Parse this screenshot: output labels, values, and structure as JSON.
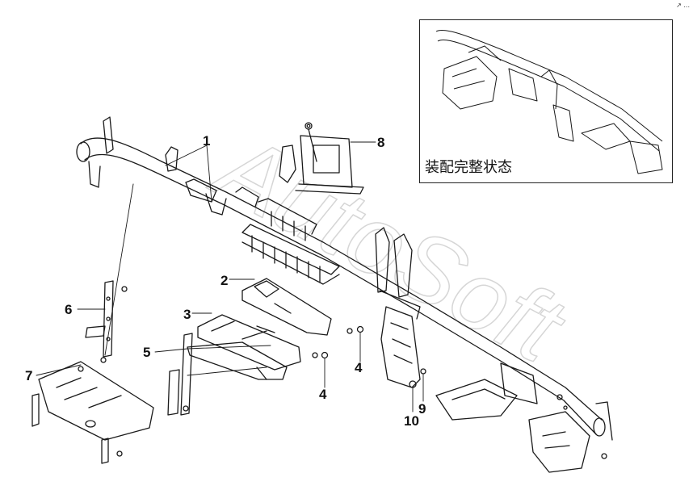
{
  "corner_mark": "↗ ...",
  "inset": {
    "caption": "装配完整状态"
  },
  "watermark": {
    "text": "AutoSoft"
  },
  "callouts": {
    "c1": "1",
    "c2": "2",
    "c3": "3",
    "c4a": "4",
    "c4b": "4",
    "c5": "5",
    "c6": "6",
    "c7": "7",
    "c8": "8",
    "c9": "9",
    "c10": "10"
  }
}
